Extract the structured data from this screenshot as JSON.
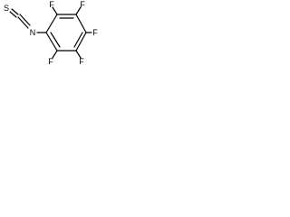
{
  "structure": {
    "atoms": {
      "sulfur": "S",
      "carbon_isothiocyanate": "C",
      "nitrogen": "N",
      "fluorine_top_left": "F",
      "fluorine_top_right": "F",
      "fluorine_right": "F",
      "fluorine_bottom": "F"
    }
  },
  "colors": {
    "bond": "#000000",
    "background": "#ffffff"
  }
}
